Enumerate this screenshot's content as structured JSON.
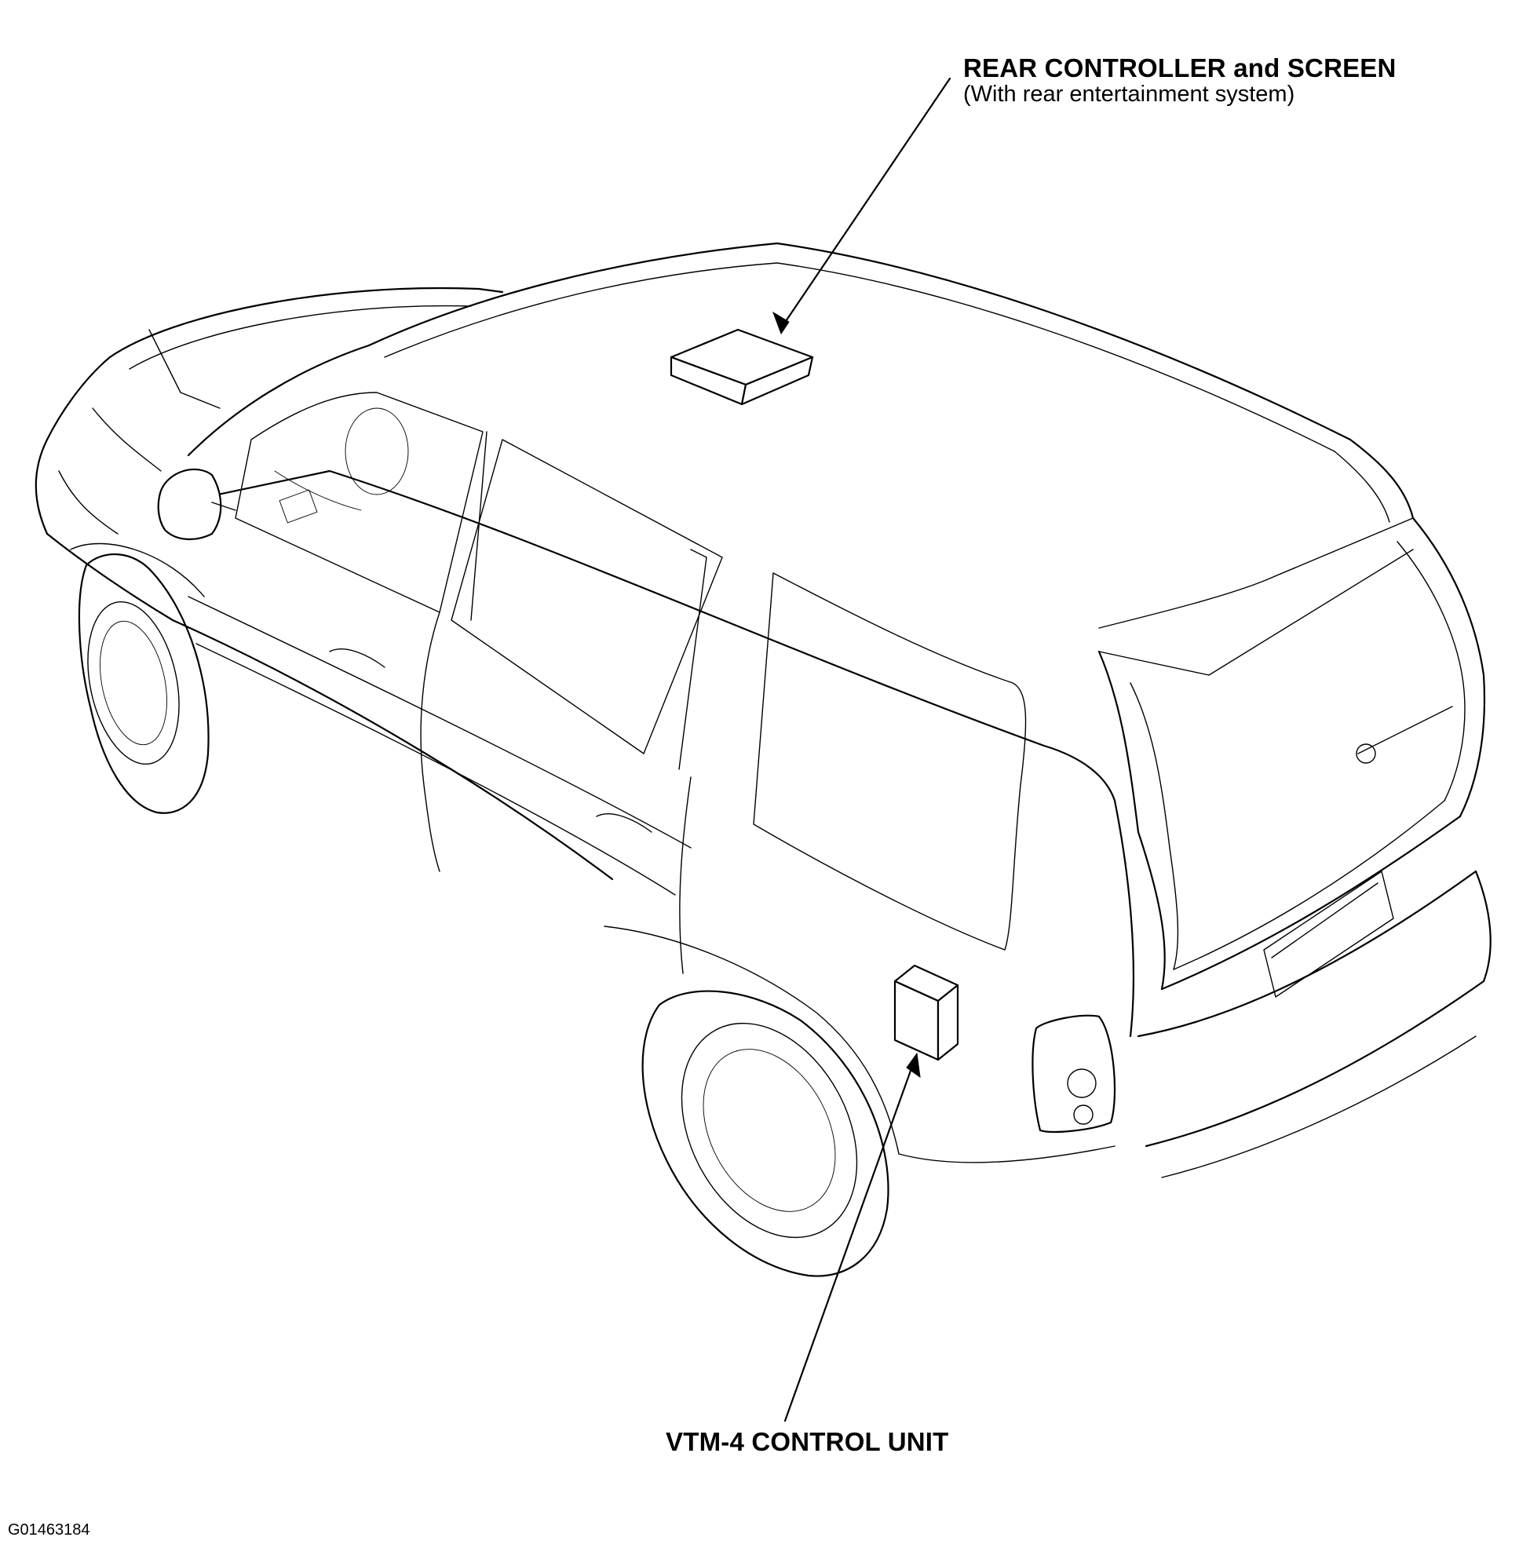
{
  "labels": {
    "rear_controller": {
      "title": "REAR CONTROLLER and SCREEN",
      "subtitle": "(With rear entertainment system)"
    },
    "vtm4": {
      "title": "VTM-4 CONTROL UNIT"
    }
  },
  "figure_id": "G01463184",
  "colors": {
    "line": "#000000",
    "background": "#ffffff"
  }
}
